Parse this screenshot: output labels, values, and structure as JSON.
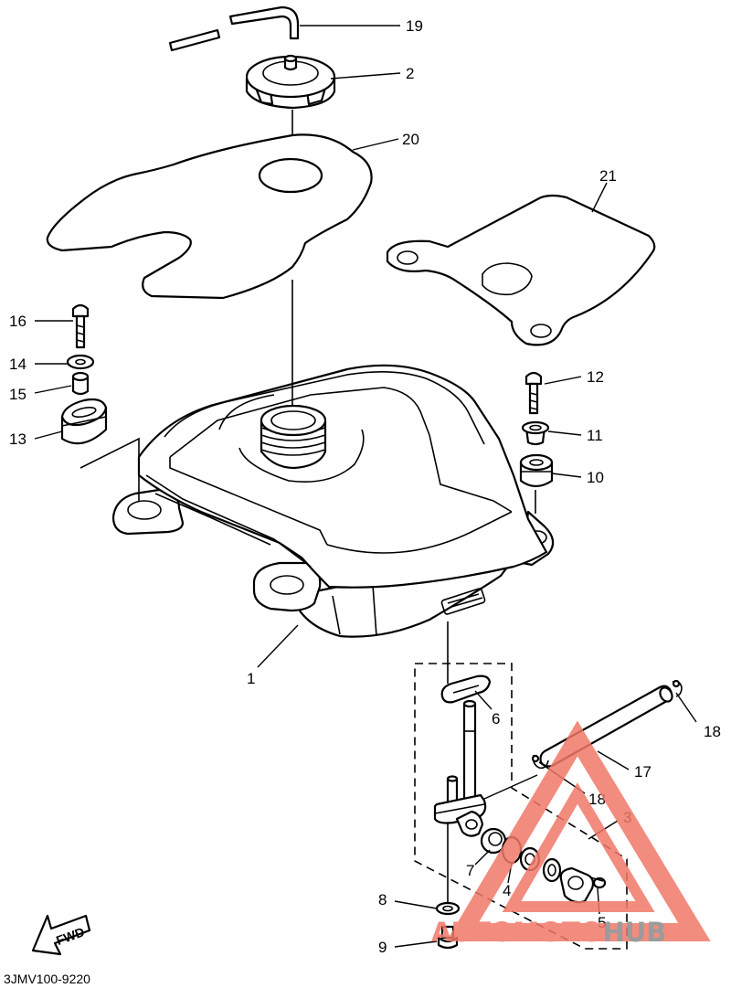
{
  "callouts": {
    "c1": "1",
    "c2": "2",
    "c3": "3",
    "c4": "4",
    "c5": "5",
    "c6": "6",
    "c7": "7",
    "c8": "8",
    "c9": "9",
    "c10": "10",
    "c11": "11",
    "c12": "12",
    "c13": "13",
    "c14": "14",
    "c15": "15",
    "c16": "16",
    "c17": "17",
    "c18a": "18",
    "c18b": "18",
    "c19": "19",
    "c20": "20",
    "c21": "21"
  },
  "fwd_label": "FWD",
  "diagram_code": "3JMV100-9220",
  "watermark": {
    "part1": "AUTOMOTO",
    "part2": "HUB",
    "color_primary": "#f07868",
    "color_secondary": "#8a8a8a"
  }
}
